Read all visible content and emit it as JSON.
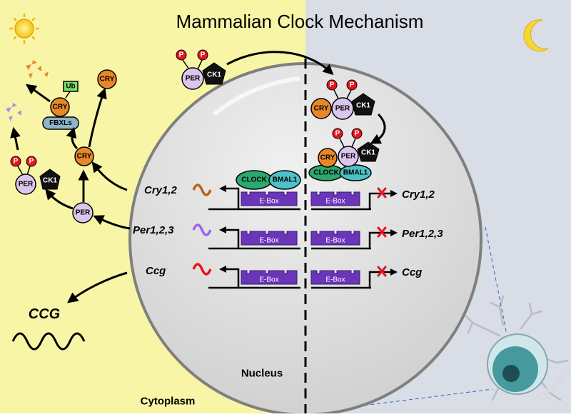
{
  "title": "Mammalian Clock Mechanism",
  "regions": {
    "cytoplasm": "Cytoplasm",
    "nucleus": "Nucleus"
  },
  "proteins": {
    "per": "PER",
    "cry": "CRY",
    "ck1": "CK1",
    "clock": "CLOCK",
    "bmal1": "BMAL1",
    "fbxls": "FBXLs",
    "ub": "Ub",
    "p": "P"
  },
  "genes": {
    "cry": "Cry1,2",
    "per": "Per1,2,3",
    "ccg": "Ccg"
  },
  "ccg_protein": "CCG",
  "ebox": "E-Box",
  "colors": {
    "day_bg": "#f8f6a6",
    "night_bg": "#d9dde6",
    "nucleus_fill": "#d9d9d9",
    "per": "#dcc6ee",
    "cry": "#e8872a",
    "phospho": "#e8141c",
    "ebox": "#6a35b9",
    "clock": "#2aa86e",
    "bmal1": "#4cc2c6",
    "fbxls": "#8fb3c9",
    "ub": "#7edc6c",
    "cry_mrna": "#b5651d",
    "per_mrna": "#9966ee",
    "ccg_mrna": "#e8141c"
  },
  "icons": [
    "sun-icon",
    "moon-icon",
    "neuron-icon"
  ]
}
